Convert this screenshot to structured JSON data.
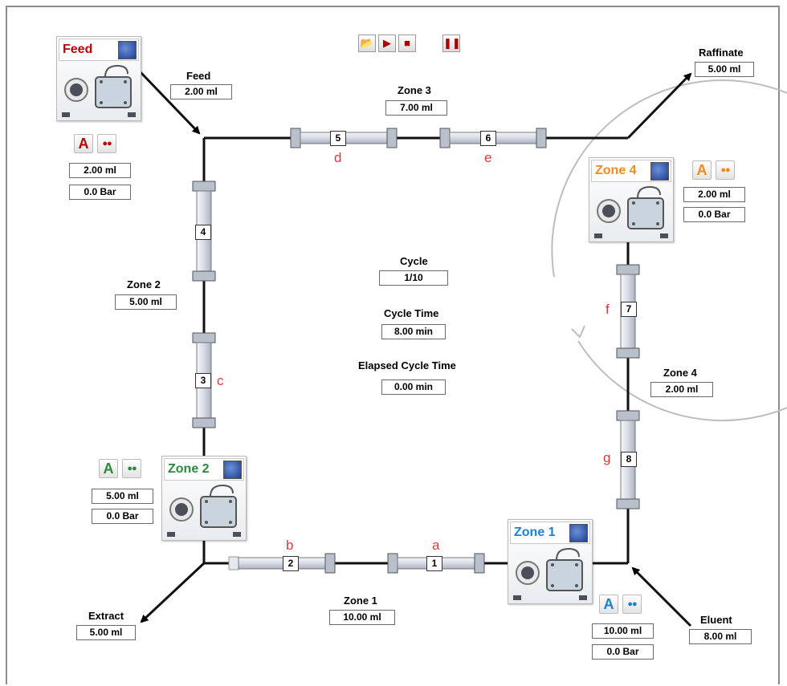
{
  "toolbar": {
    "open_icon": "folder-open-icon",
    "play_icon": "play-icon",
    "stop_icon": "stop-icon",
    "pause_icon": "pause-icon"
  },
  "feed": {
    "label": "Feed",
    "value": "2.00 ml"
  },
  "raffinate": {
    "label": "Raffinate",
    "value": "5.00 ml"
  },
  "extract": {
    "label": "Extract",
    "value": "5.00 ml"
  },
  "eluent": {
    "label": "Eluent",
    "value": "8.00 ml"
  },
  "zones": {
    "zone1": {
      "label": "Zone 1",
      "value": "10.00 ml"
    },
    "zone2": {
      "label": "Zone 2",
      "value": "5.00 ml"
    },
    "zone3": {
      "label": "Zone 3",
      "value": "7.00 ml"
    },
    "zone4": {
      "label": "Zone 4",
      "value": "2.00 ml"
    }
  },
  "cycle": {
    "label": "Cycle",
    "value": "1/10",
    "time_label": "Cycle Time",
    "time_value": "8.00 min",
    "elapsed_label": "Elapsed Cycle Time",
    "elapsed_value": "0.00 min"
  },
  "pumps": {
    "feed": {
      "name": "Feed",
      "mode": "A",
      "flow": "2.00 ml",
      "pressure": "0.0 Bar",
      "color": "#c00000"
    },
    "zone2": {
      "name": "Zone 2",
      "mode": "A",
      "flow": "5.00 ml",
      "pressure": "0.0 Bar",
      "color": "#2a8a3c"
    },
    "zone1": {
      "name": "Zone 1",
      "mode": "A",
      "flow": "10.00 ml",
      "pressure": "0.0 Bar",
      "color": "#1e7fd0"
    },
    "zone4": {
      "name": "Zone 4",
      "mode": "A",
      "flow": "2.00 ml",
      "pressure": "0.0 Bar",
      "color": "#f08a1c"
    }
  },
  "columns": [
    {
      "number": "1",
      "letter": "a"
    },
    {
      "number": "2",
      "letter": "b"
    },
    {
      "number": "3",
      "letter": "c"
    },
    {
      "number": "4",
      "letter": ""
    },
    {
      "number": "5",
      "letter": "d"
    },
    {
      "number": "6",
      "letter": "e"
    },
    {
      "number": "7",
      "letter": "f"
    },
    {
      "number": "8",
      "letter": "g"
    }
  ]
}
